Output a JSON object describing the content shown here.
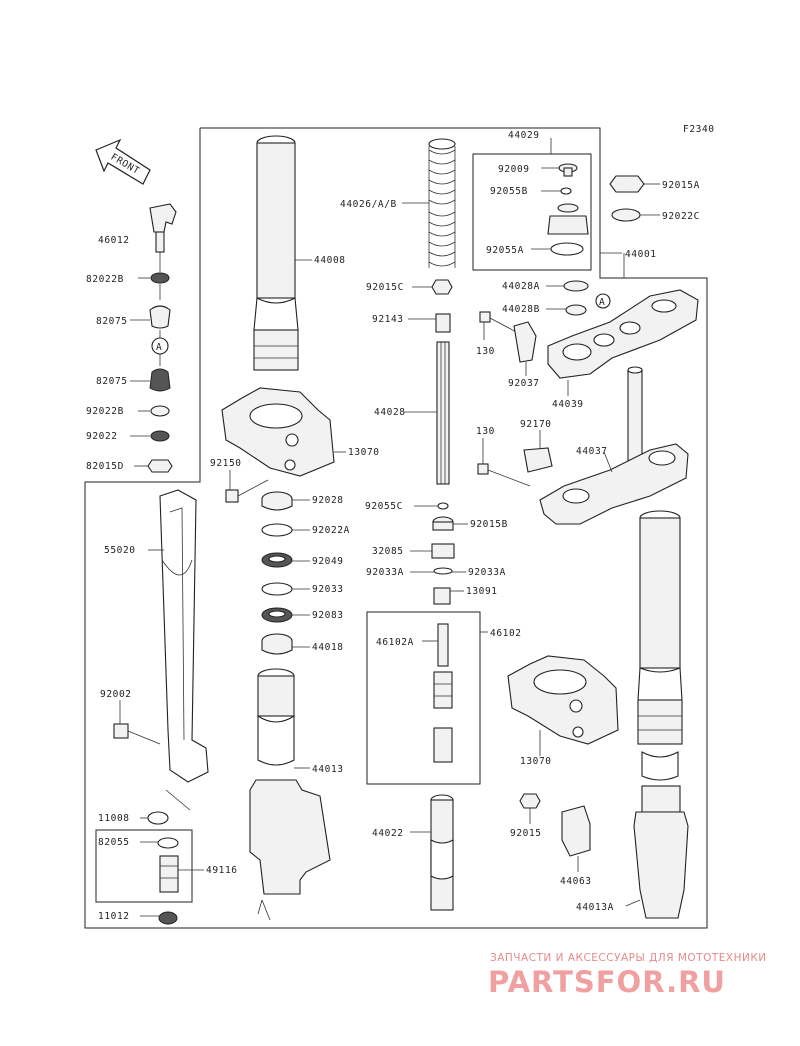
{
  "figure_code": "F2340",
  "front_label": "FRONT",
  "callout_marker": "A",
  "parts": {
    "p44029": "44029",
    "p92009": "92009",
    "p92055B": "92055B",
    "p92055A": "92055A",
    "p44001": "44001",
    "p92015A": "92015A",
    "p92022C": "92022C",
    "p44026": "44026/A/B",
    "p44008": "44008",
    "p92015C": "92015C",
    "p92143": "92143",
    "p44028A": "44028A",
    "p44028B": "44028B",
    "p130a": "130",
    "p92037": "92037",
    "p44039": "44039",
    "p44028": "44028",
    "p92170": "92170",
    "p130b": "130",
    "p44037": "44037",
    "p13070a": "13070",
    "p92150": "92150",
    "p92055C": "92055C",
    "p92015B": "92015B",
    "p32085": "32085",
    "p92033Aa": "92033A",
    "p92033Ab": "92033A",
    "p13091": "13091",
    "p92028": "92028",
    "p92022A": "92022A",
    "p92049": "92049",
    "p92033": "92033",
    "p92083": "92083",
    "p44018": "44018",
    "p46102": "46102",
    "p46102A": "46102A",
    "p13070b": "13070",
    "p44013": "44013",
    "p44022": "44022",
    "p92015": "92015",
    "p44063": "44063",
    "p44013A": "44013A",
    "p46012": "46012",
    "p82022B": "82022B",
    "p82075a": "82075",
    "p82075b": "82075",
    "p92022B": "92022B",
    "p92022": "92022",
    "p82015D": "82015D",
    "p55020": "55020",
    "p92002": "92002",
    "p11008": "11008",
    "p82055": "82055",
    "p49116": "49116",
    "p11012": "11012"
  },
  "watermark": {
    "tagline": "ЗАПЧАСТИ И АКСЕССУАРЫ ДЛЯ МОТОТЕХНИКИ",
    "logo": "PARTSFOR.RU"
  }
}
